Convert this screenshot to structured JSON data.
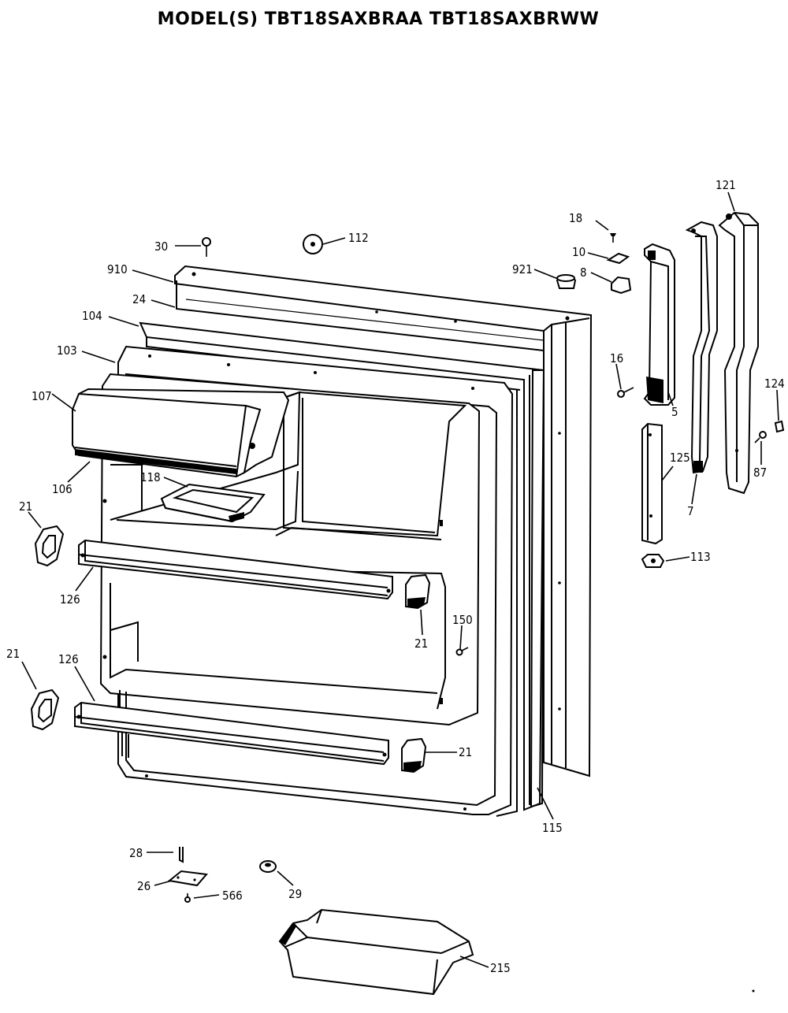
{
  "header": {
    "title": "MODEL(S) TBT18SAXBRAA  TBT18SAXBRWW"
  },
  "callouts": {
    "c30": "30",
    "c112": "112",
    "c910": "910",
    "c24": "24",
    "c104": "104",
    "c103": "103",
    "c107": "107",
    "c106": "106",
    "c118": "118",
    "c21a": "21",
    "c126a": "126",
    "c21b": "21",
    "c126b": "126",
    "c21c": "21",
    "c150": "150",
    "c21d": "21",
    "c18": "18",
    "c10": "10",
    "c921": "921",
    "c8": "8",
    "c16": "16",
    "c5": "5",
    "c121": "121",
    "c124": "124",
    "c125": "125",
    "c7": "7",
    "c87": "87",
    "c113": "113",
    "c115": "115",
    "c28": "28",
    "c26": "26",
    "c566": "566",
    "c29": "29",
    "c215": "215"
  }
}
